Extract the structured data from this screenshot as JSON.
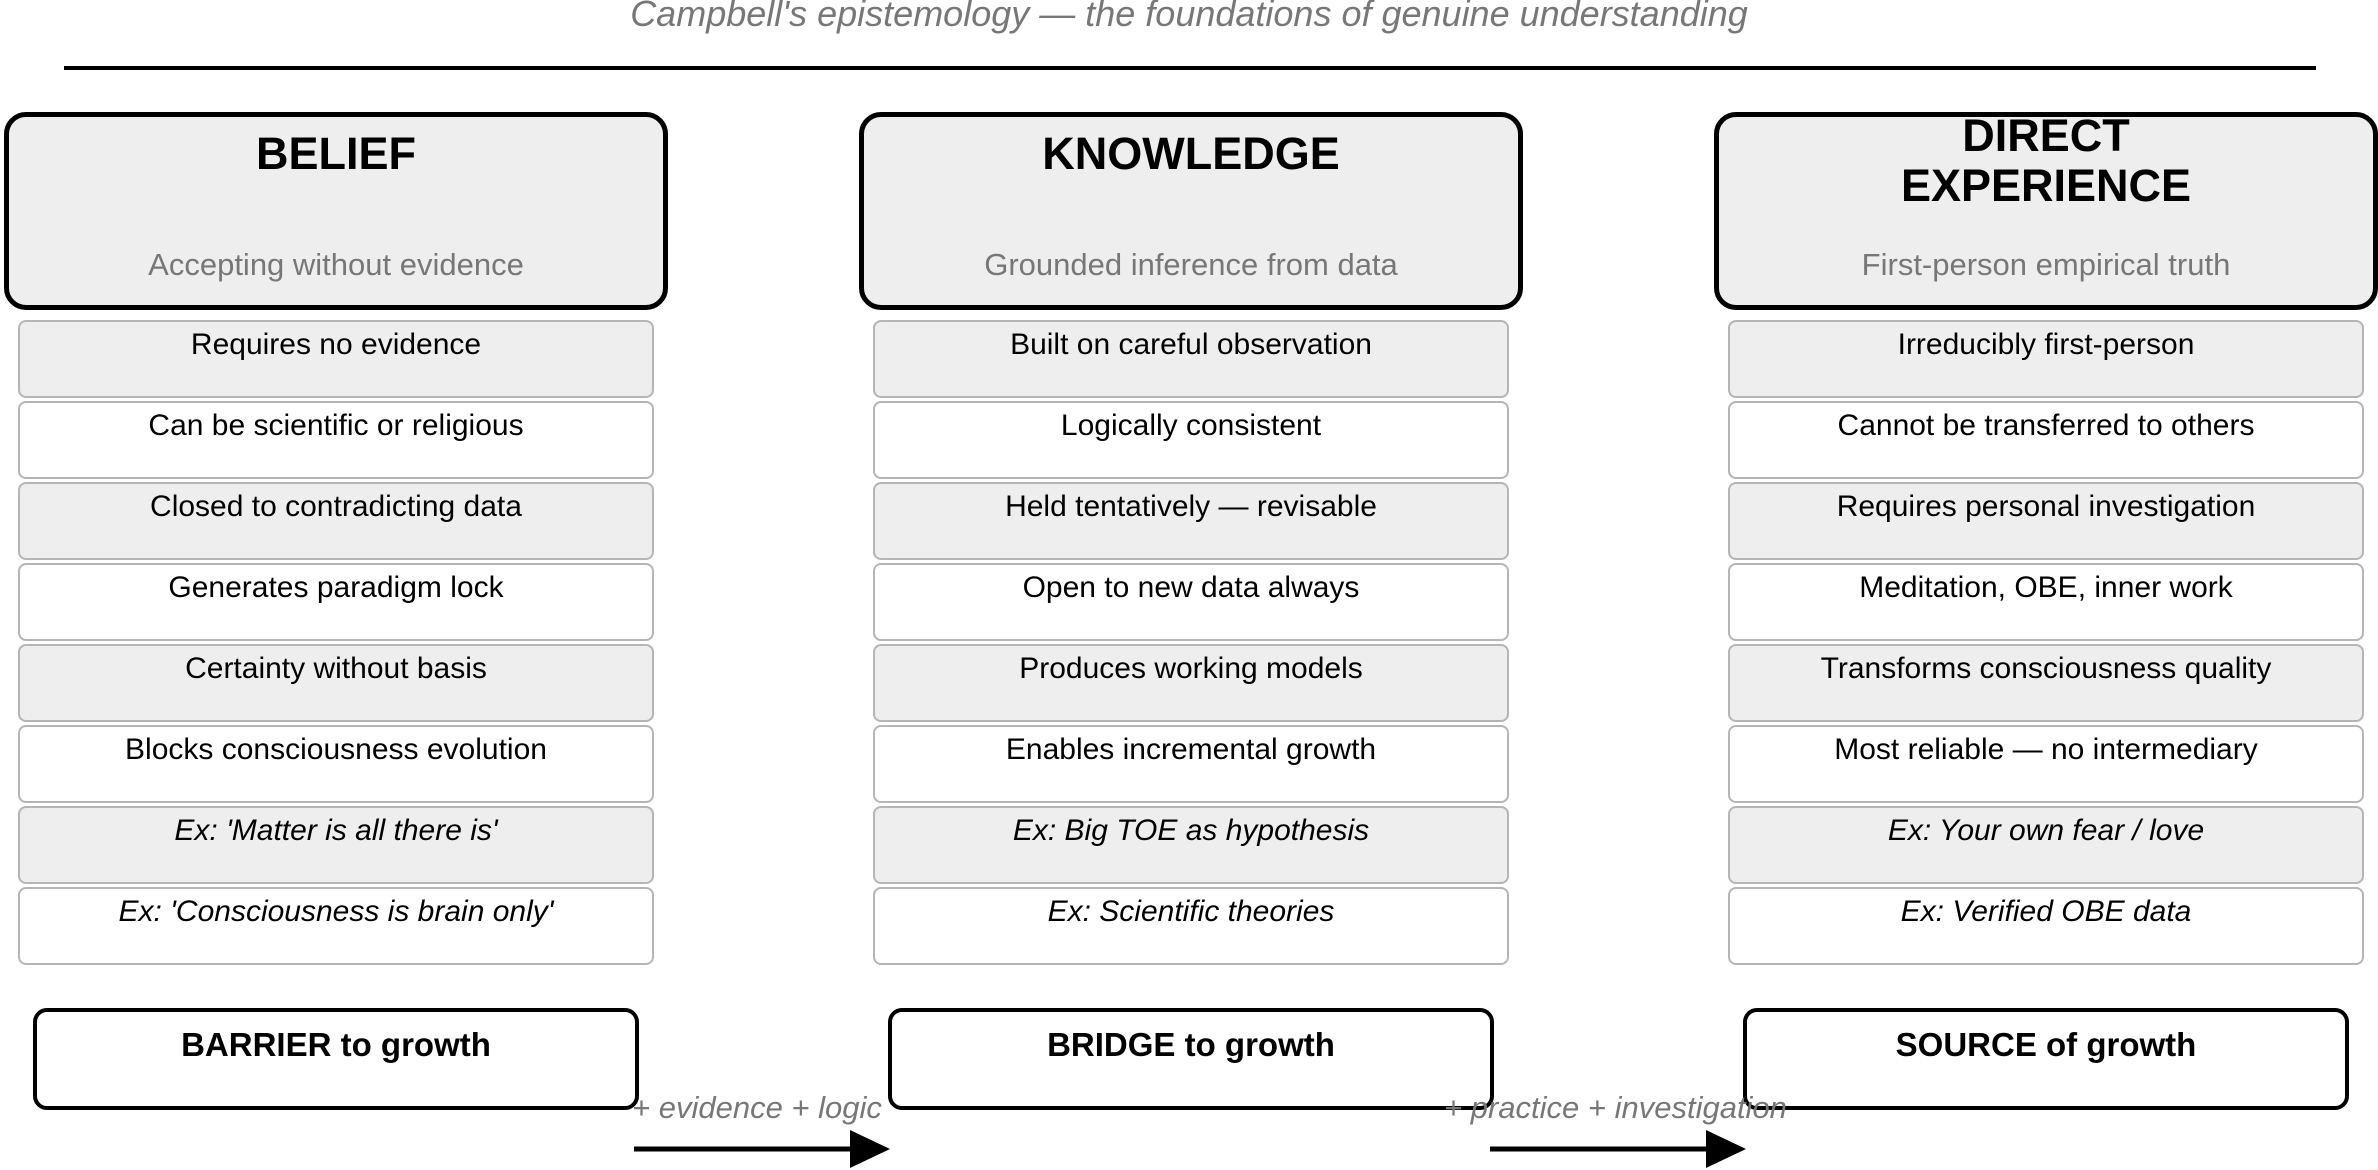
{
  "subtitle": "Campbell's epistemology — the foundations of genuine understanding",
  "columns": [
    {
      "title": "BELIEF",
      "description": "Accepting without evidence",
      "rows": [
        "Requires no evidence",
        "Can be scientific or religious",
        "Closed to contradicting data",
        "Generates paradigm lock",
        "Certainty without basis",
        "Blocks consciousness evolution",
        "Ex: 'Matter is all there is'",
        "Ex: 'Consciousness is brain only'"
      ],
      "footer": "BARRIER to growth"
    },
    {
      "title": "KNOWLEDGE",
      "description": "Grounded inference from data",
      "rows": [
        "Built on careful observation",
        "Logically consistent",
        "Held tentatively — revisable",
        "Open to new data always",
        "Produces working models",
        "Enables incremental growth",
        "Ex: Big TOE as hypothesis",
        "Ex: Scientific theories"
      ],
      "footer": "BRIDGE to growth"
    },
    {
      "title": "DIRECT\nEXPERIENCE",
      "description": "First-person empirical truth",
      "rows": [
        "Irreducibly first-person",
        "Cannot be transferred to others",
        "Requires personal investigation",
        "Meditation, OBE, inner work",
        "Transforms consciousness quality",
        "Most reliable — no intermediary",
        "Ex: Your own fear / love",
        "Ex: Verified OBE data"
      ],
      "footer": "SOURCE of growth"
    }
  ],
  "transitions": [
    {
      "label": "+ evidence + logic"
    },
    {
      "label": "+ practice + investigation"
    }
  ],
  "colors": {
    "header_fill": "#eeeeee",
    "row_shaded": "#eeeeee",
    "muted_text": "#777777",
    "row_border": "#b5b5b5"
  }
}
